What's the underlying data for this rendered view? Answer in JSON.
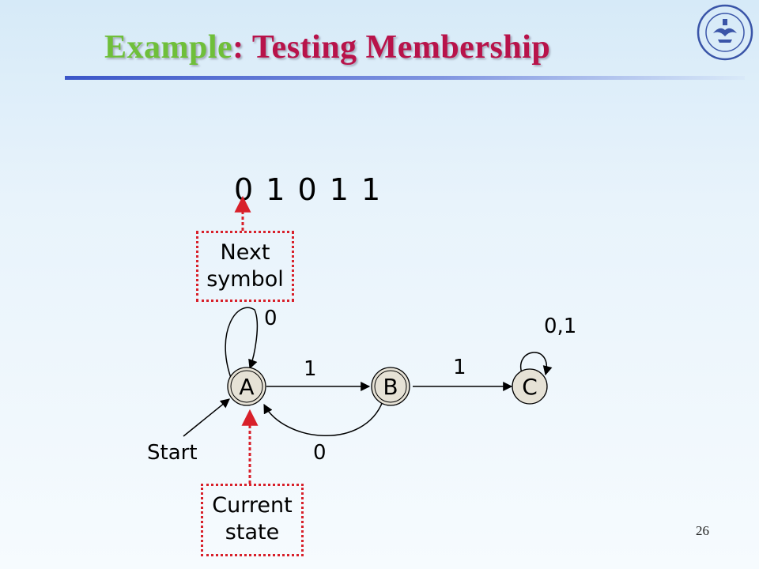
{
  "slide": {
    "title_part1": "Example",
    "title_part2": ": Testing Membership",
    "page_number": "26"
  },
  "diagram": {
    "input_string": "0 1 0 1 1",
    "callout_next_line1": "Next",
    "callout_next_line2": "symbol",
    "callout_current_line1": "Current",
    "callout_current_line2": "state",
    "start_label": "Start",
    "states": [
      "A",
      "B",
      "C"
    ],
    "edge_labels": {
      "A_self": "0",
      "A_to_B": "1",
      "B_to_C": "1",
      "B_to_A": "0",
      "C_self": "0,1"
    }
  },
  "colors": {
    "title_green": "#6fbf3a",
    "title_red": "#b8134a",
    "callout_border": "#d8202a",
    "state_fill": "#e6e2d6",
    "rule_blue": "#3b56c8"
  }
}
